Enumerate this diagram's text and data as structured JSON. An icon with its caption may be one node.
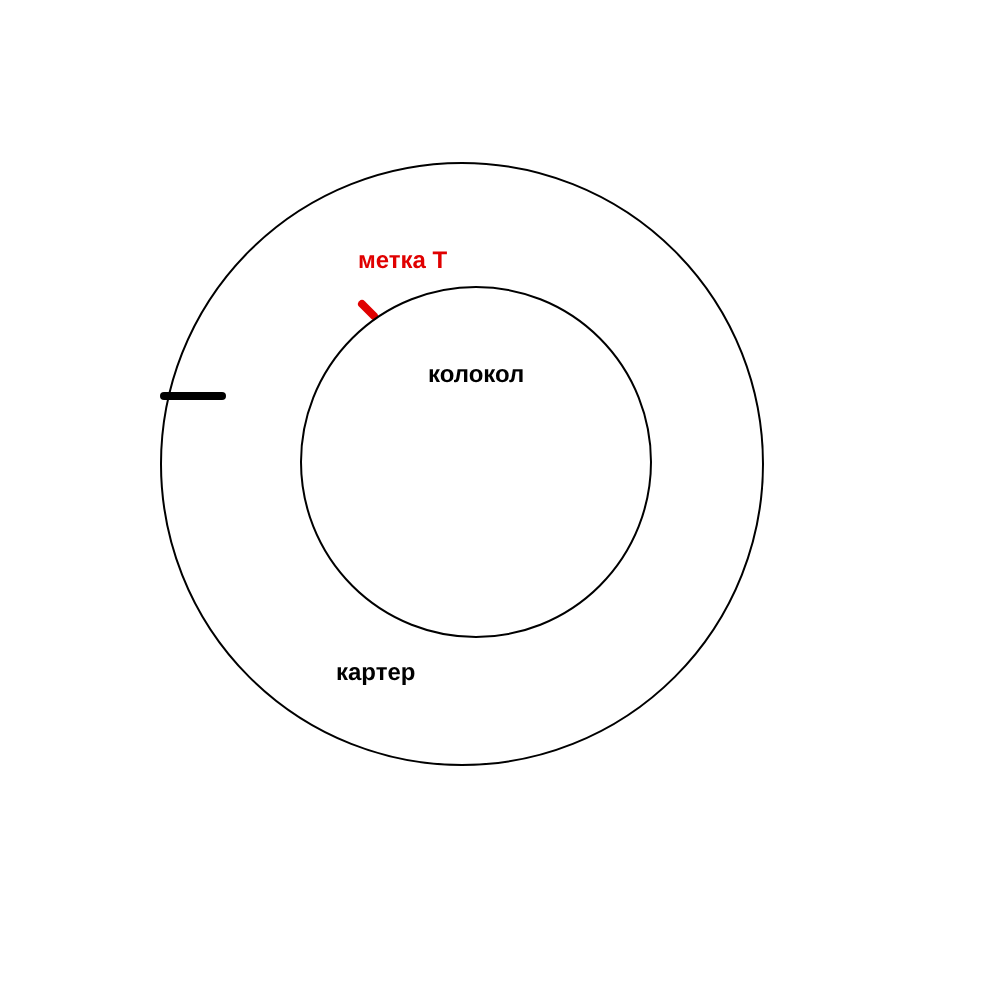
{
  "diagram": {
    "nodes": [
      {
        "text": [
          "картер"
        ]
      },
      {
        "text": [
          "колокол"
        ],
        "in": 0
      }
    ],
    "labels": [
      "метка T"
    ]
  }
}
